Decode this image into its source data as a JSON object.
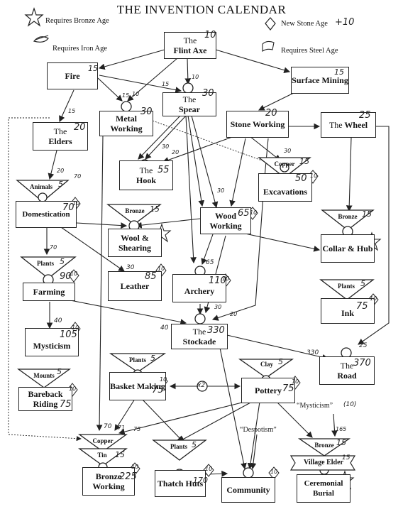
{
  "title": "THE INVENTION CALENDAR",
  "legend": {
    "bronze": "Requires Bronze Age",
    "iron": "Requires Iron Age",
    "newstone": "New Stone Age",
    "newstone_value": "+10",
    "steel": "Requires Steel Age"
  },
  "nodes": {
    "flint_axe": {
      "pre": "The",
      "main": "Flint Axe",
      "cost": "10"
    },
    "fire": {
      "main": "Fire",
      "cost": "15"
    },
    "surface_mining": {
      "main": "Surface Mining",
      "cost": "15"
    },
    "spear": {
      "pre": "The",
      "main": "Spear",
      "cost": "30"
    },
    "metal_working": {
      "main": "Metal Working",
      "cost": "30"
    },
    "stone_working": {
      "main": "Stone Working",
      "cost": "20"
    },
    "wheel": {
      "pre": "The",
      "main": "Wheel",
      "cost": "25"
    },
    "elders": {
      "pre": "The",
      "main": "Elders",
      "cost": "20"
    },
    "hook": {
      "pre": "The",
      "main": "Hook",
      "cost": "55"
    },
    "excavations": {
      "req": "Copper",
      "req_cost": "15",
      "main": "Excavations",
      "cost": "50",
      "bonus": "10"
    },
    "domestication": {
      "req": "Animals",
      "req_cost": "5",
      "main": "Domestication",
      "cost": "70",
      "bonus": "10"
    },
    "wool": {
      "req": "Bronze",
      "req_cost": "15",
      "main": "Wool & Shearing"
    },
    "wood_working": {
      "main": "Wood Working",
      "cost": "65",
      "bonus": "10"
    },
    "collar_hub": {
      "req": "Bronze",
      "req_cost": "15",
      "main": "Collar & Hub"
    },
    "farming": {
      "req": "Plants",
      "req_cost": "5",
      "main": "Farming",
      "cost": "90",
      "bonus": "10"
    },
    "leather": {
      "main": "Leather",
      "cost": "85",
      "bonus": "10",
      "in": "30"
    },
    "archery": {
      "main": "Archery",
      "cost": "110",
      "bonus": "10",
      "in": "65"
    },
    "ink": {
      "req": "Plants",
      "req_cost": "5",
      "main": "Ink",
      "cost": "75",
      "bonus": "10"
    },
    "mysticism": {
      "main": "Mysticism",
      "cost": "105",
      "bonus": "10",
      "in": "40"
    },
    "stockade": {
      "pre": "The",
      "main": "Stockade",
      "cost": "330",
      "in": "40"
    },
    "road": {
      "pre": "The",
      "main": "Road",
      "cost": "370",
      "in": "330",
      "in2": "25"
    },
    "bareback": {
      "req": "Mounts",
      "req_cost": "5",
      "main": "Bareback Riding",
      "cost": "75",
      "bonus": "10"
    },
    "basket": {
      "req": "Plants",
      "req_cost": "5",
      "main": "Basket Making",
      "cost": "75",
      "bonus": "10"
    },
    "pottery": {
      "req": "Clay",
      "req_cost": "5",
      "main": "Pottery",
      "cost": "75",
      "bonus": "10"
    },
    "bronze_working": {
      "req": "Copper",
      "req2": "Tin",
      "req2_cost": "15",
      "main": "Bronze Working",
      "cost": "225",
      "bonus": "10",
      "in": "70"
    },
    "thatch": {
      "req": "Plants",
      "req_cost": "5",
      "main": "Thatch Huts",
      "cost": "170",
      "bonus": "10"
    },
    "community": {
      "main": "Community",
      "bonus": "10",
      "note": "“Despotism”"
    },
    "village_elder": {
      "req": "Bronze",
      "req_cost": "15",
      "main": "Village Elder",
      "cost": "15",
      "note": "“Mysticism”",
      "note_cost": "(10)",
      "in": "165"
    },
    "ceremonial": {
      "main": "Ceremonial Burial"
    }
  },
  "edge_labels": {
    "fire_metal_a": "15",
    "fire_metal_b": "10",
    "flint_spear": "10",
    "flint_spear2": "15",
    "fire_elders": "15",
    "elders_animals": "20",
    "hook_a": "30",
    "hook_b": "20",
    "stone_copper": "30",
    "wood_a": "30",
    "animals_70": "70",
    "dom_plants": "70",
    "stockade_a": "30",
    "stockade_b": "20",
    "bronze_71": "71",
    "bronze_75": "75"
  },
  "cross_symbol": "x2"
}
